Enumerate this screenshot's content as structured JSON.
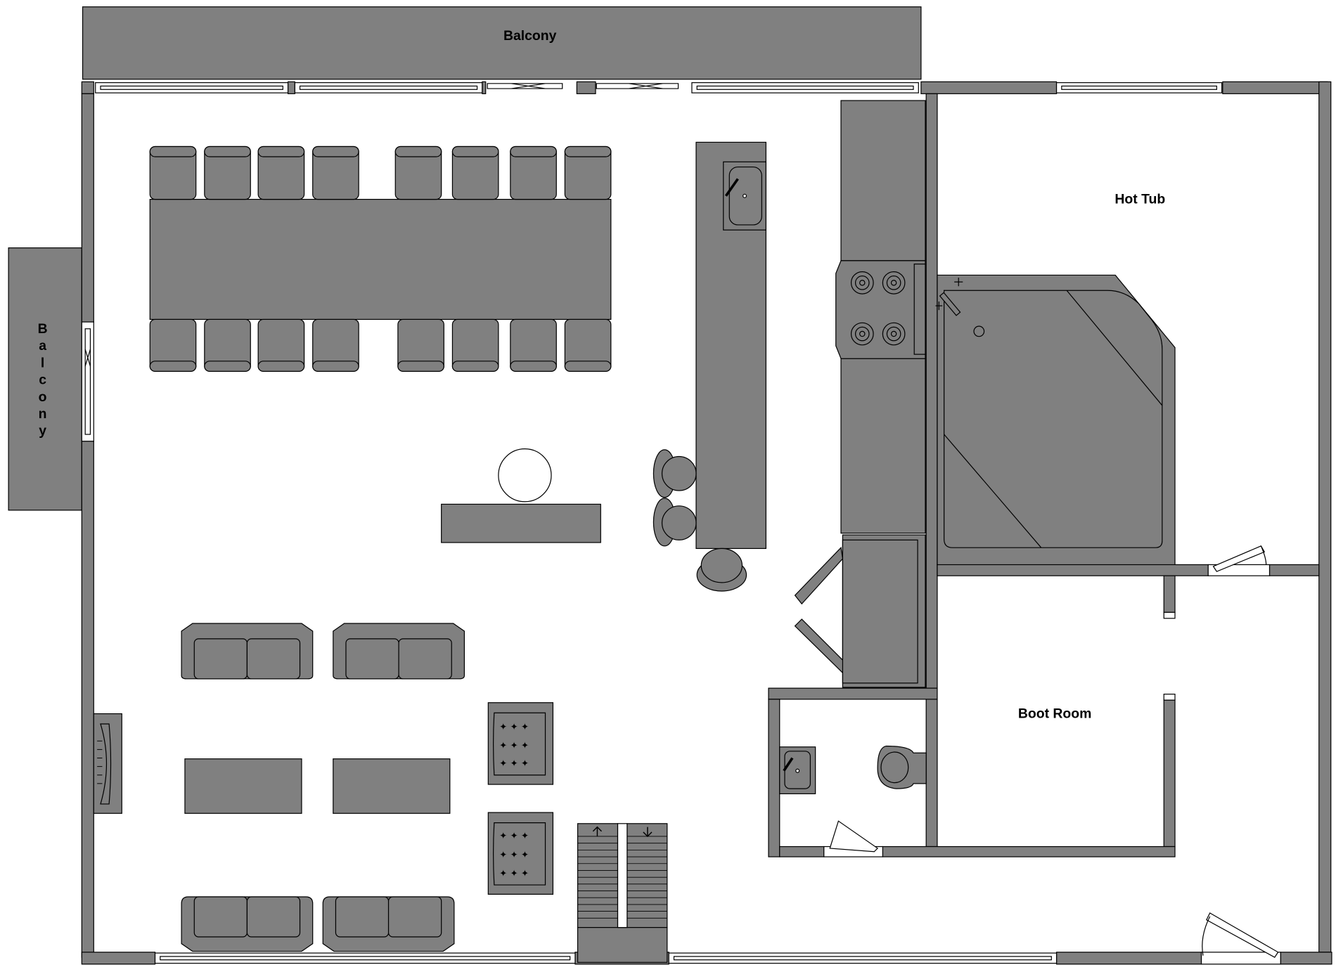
{
  "labels": {
    "balcony_top": "Balcony",
    "balcony_left_letters": [
      "B",
      "a",
      "l",
      "c",
      "o",
      "n",
      "y"
    ],
    "hot_tub": "Hot Tub",
    "boot_room": "Boot Room"
  },
  "colors": {
    "fill": "#808080",
    "stroke": "#000000",
    "background": "#ffffff"
  },
  "icons": {
    "stair_up": "arrow-up-icon",
    "stair_down": "arrow-down-icon"
  }
}
